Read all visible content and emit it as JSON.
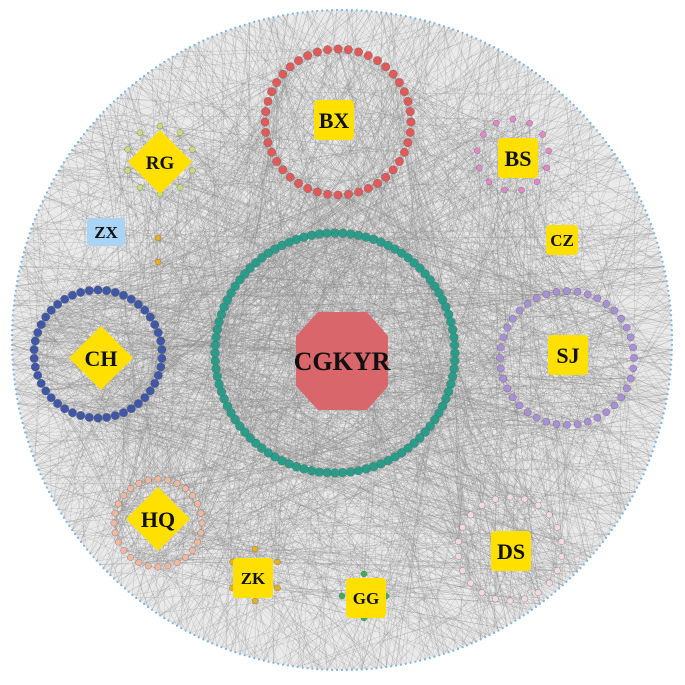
{
  "center_label": "CGKYR",
  "colors": {
    "edge": "#8a8a8a",
    "rim_node": "#7fb3dc",
    "label_box": "#ffe000",
    "zx_box": "#a9d4f5",
    "center_fill": "#d9666b"
  },
  "groups": [
    {
      "id": "BX",
      "label": "BX",
      "shape": "rect",
      "color": "#e05a5a",
      "nodes": 44
    },
    {
      "id": "BS",
      "label": "BS",
      "shape": "rect",
      "color": "#e088c8",
      "nodes": 13
    },
    {
      "id": "RG",
      "label": "RG",
      "shape": "diamond",
      "color": "#c8dc7a",
      "nodes": 10
    },
    {
      "id": "ZX",
      "label": "ZX",
      "shape": "rect",
      "color": "#e8b020",
      "nodes": 2
    },
    {
      "id": "CZ",
      "label": "CZ",
      "shape": "rect",
      "color": "#e8b020",
      "nodes": 0
    },
    {
      "id": "CH",
      "label": "CH",
      "shape": "diamond",
      "color": "#3f57a6",
      "nodes": 46
    },
    {
      "id": "SJ",
      "label": "SJ",
      "shape": "rect",
      "color": "#a98fd6",
      "nodes": 40
    },
    {
      "id": "CGKYR",
      "label": "",
      "shape": "octagon",
      "color": "#2a9d8a",
      "nodes": 96
    },
    {
      "id": "HQ",
      "label": "HQ",
      "shape": "diamond",
      "color": "#f0b8a0",
      "nodes": 28
    },
    {
      "id": "ZK",
      "label": "ZK",
      "shape": "rect",
      "color": "#e8b020",
      "nodes": 6
    },
    {
      "id": "GG",
      "label": "GG",
      "shape": "rect",
      "color": "#3cb050",
      "nodes": 4
    },
    {
      "id": "DS",
      "label": "DS",
      "shape": "rect",
      "color": "#f2d8e2",
      "nodes": 22
    }
  ]
}
